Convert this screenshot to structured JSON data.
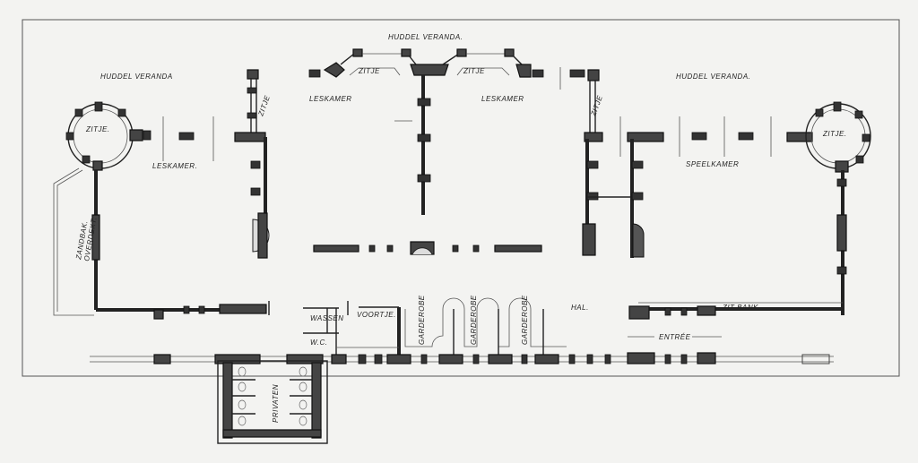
{
  "drawing": {
    "labels": {
      "veranda_top": "HUDDEL VERANDA.",
      "veranda_left": "HUDDEL VERANDA",
      "veranda_right": "HUDDEL VERANDA.",
      "zitje_left_round": "ZITJE.",
      "zitje_left_side": "ZITJE",
      "zitje_top_left": "ZITJE",
      "zitje_top_right": "ZITJE",
      "zitje_right_side": "ZITJE",
      "zitje_right_round": "ZITJE.",
      "leskamer_left": "LESKAMER.",
      "leskamer_center_left": "LESKAMER",
      "leskamer_center_right": "LESKAMER",
      "speelkamer": "SPEELKAMER",
      "zandbak": "ZANDBAK.",
      "overdekt": "OVERDEKT.",
      "wassen": "WASSEN",
      "wc": "W.C.",
      "voortje": "VOORTJE.",
      "garderobe_1": "GARDEROBE",
      "garderobe_2": "GARDEROBE",
      "garderobe_3": "GARDEROBE",
      "hal": "HAL.",
      "zitbank": "ZIT BANK.",
      "entree": "ENTRÉE",
      "privaten": "PRIVATEN"
    }
  }
}
